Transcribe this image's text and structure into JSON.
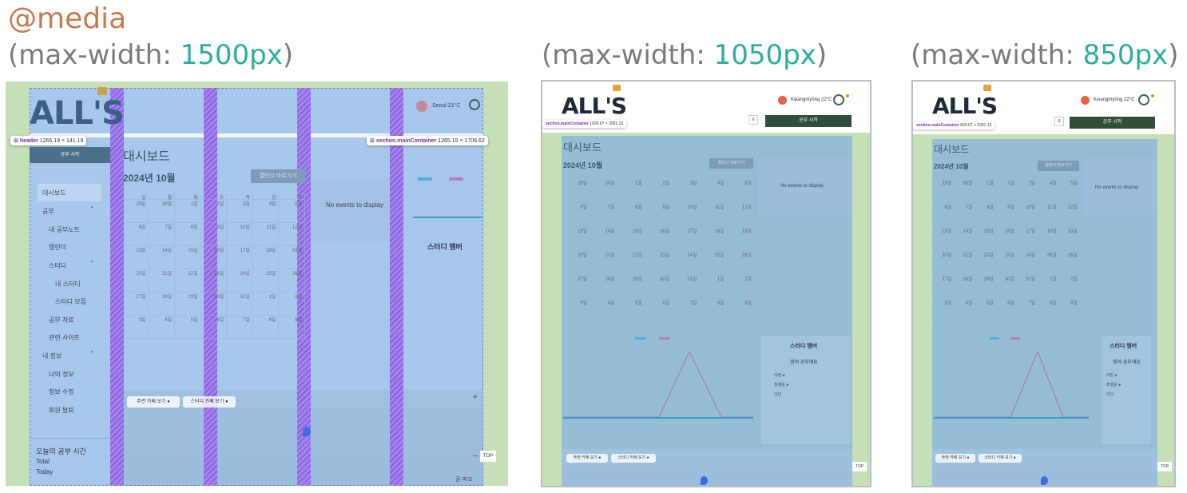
{
  "headings": {
    "media": "@media",
    "queries": [
      {
        "prefix": "(max-width: ",
        "value": "1500",
        "unit": "px",
        "suffix": ")"
      },
      {
        "prefix": "(max-width: ",
        "value": "1050",
        "unit": "px",
        "suffix": ")"
      },
      {
        "prefix": "(max-width: ",
        "value": "850",
        "unit": "px",
        "suffix": ")"
      }
    ]
  },
  "colors": {
    "media_heading": "#c87a4e",
    "query_text": "#7a7a7a",
    "query_value": "#2cae9e",
    "overlay": "#78aae6",
    "grid_stripe": "#8a63e0",
    "page_green": "#c5dfb6",
    "start_button": "#2f4f3c"
  },
  "shot1": {
    "logo": "ALL'S",
    "weather": "Seoul 21°C",
    "devtools_header": {
      "name": "header",
      "size": "1265.19 × 141.19"
    },
    "devtools_main": {
      "name": "section.mainContainer",
      "size": "1265.19 × 1706.62"
    },
    "start_button": "공부 시작",
    "sidebar": {
      "items": [
        "대시보드",
        "공부",
        "내 공부노트",
        "캘린더",
        "스터디",
        "내 스터디",
        "스터디 모집",
        "공부 자료",
        "관련 사이트",
        "내 정보",
        "나의 정보",
        "정보 수정",
        "회원 탈퇴"
      ],
      "study_time_title": "오늘의 공부 시간",
      "study_time_rows": [
        "Total",
        "Today"
      ]
    },
    "dashboard_title": "대시보드",
    "calendar": {
      "month": "2024년 10월",
      "button": "캘린더 바로가기",
      "weekdays": [
        "일",
        "월",
        "화",
        "수",
        "목",
        "금",
        "토"
      ],
      "days": [
        "29일",
        "30일",
        "1일",
        "2일",
        "3일",
        "4일",
        "5일",
        "6일",
        "7일",
        "8일",
        "9일",
        "10일",
        "11일",
        "12일",
        "13일",
        "14일",
        "15일",
        "16일",
        "17일",
        "18일",
        "19일",
        "20일",
        "21일",
        "22일",
        "23일",
        "24일",
        "25일",
        "26일",
        "27일",
        "28일",
        "29일",
        "30일",
        "31일",
        "1일",
        "2일",
        "3일",
        "4일",
        "5일",
        "6일",
        "7일",
        "8일",
        "9일"
      ]
    },
    "events": "No events to display",
    "members_title": "스터디 멤버",
    "map": {
      "chip1": "주변 카페 보기 ●",
      "chip2": "스터디 카페 보기 ●",
      "top": "TOP",
      "bottom_label": "공 파크"
    }
  },
  "shot2": {
    "logo": "ALL'S",
    "weather": "Kwangmyōng 22°C",
    "devtools_main": {
      "name": "section.mainContainer",
      "size": "1026.67 × 2051.13"
    },
    "start_button": "공부 시작",
    "dashboard_title": "대시보드",
    "month": "2024년 10월",
    "calendar_button": "캘린더 바로가기",
    "events": "No events to display",
    "members_title": "스터디 멤버",
    "group_name": "영어 공부해요",
    "members": [
      "이런 ●",
      "최영윤 ●",
      "이다"
    ],
    "chips": [
      "주변 카페 보기 ●",
      "스터디 카페 보기 ●"
    ],
    "top": "TOP"
  },
  "shot3": {
    "logo": "ALL'S",
    "weather": "Kwangmyōng 22°C",
    "devtools_main": {
      "name": "section.mainContainer",
      "size": "824.67 × 2051.13"
    },
    "start_button": "공부 시작",
    "dashboard_title": "대시보드",
    "month": "2024년 10월",
    "calendar_button": "캘린더 바로가기",
    "events": "No events to display",
    "members_title": "스터디 멤버",
    "group_name": "영어 공부해요",
    "members": [
      "이런 ●",
      "최영윤 ●",
      "이다"
    ],
    "chips": [
      "주변 카페 보기 ●",
      "스터디 카페 보기 ●"
    ],
    "top": "TOP"
  }
}
